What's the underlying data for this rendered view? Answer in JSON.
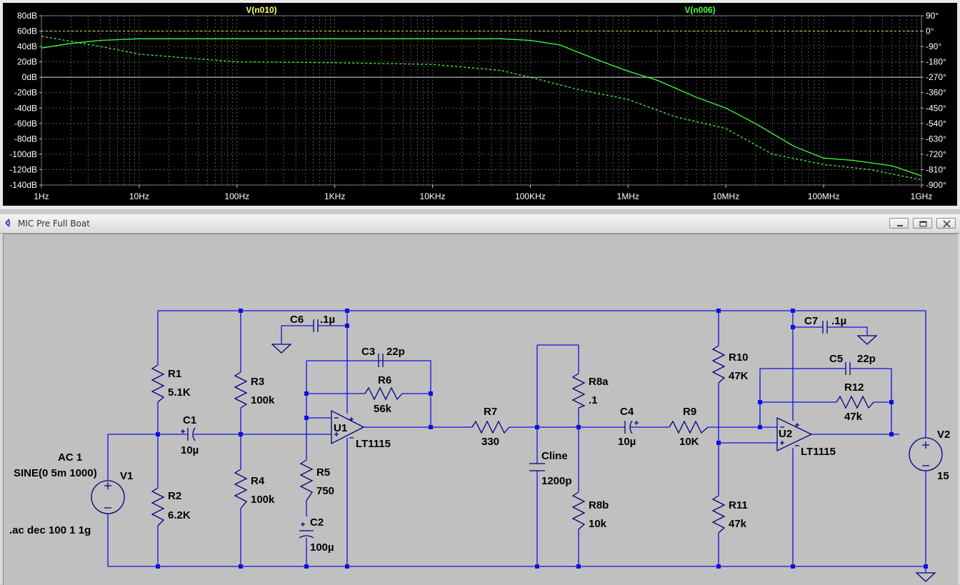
{
  "plot": {
    "trace1_label": "V(n010)",
    "trace2_label": "V(n006)",
    "trace1_color": "#ffff60",
    "trace2_color": "#40ff40",
    "background": "#000000",
    "left_ticks": [
      "80dB",
      "60dB",
      "40dB",
      "20dB",
      "0dB",
      "-20dB",
      "-40dB",
      "-60dB",
      "-80dB",
      "-100dB",
      "-120dB",
      "-140dB"
    ],
    "right_ticks": [
      "90°",
      "0°",
      "-90°",
      "-180°",
      "-270°",
      "-360°",
      "-450°",
      "-540°",
      "-630°",
      "-720°",
      "-810°",
      "-900°"
    ],
    "x_ticks": [
      "1Hz",
      "10Hz",
      "100Hz",
      "1KHz",
      "10KHz",
      "100KHz",
      "1MHz",
      "10MHz",
      "100MHz",
      "1GHz"
    ]
  },
  "chart_data": {
    "type": "line",
    "x_scale": "log",
    "xlim_hz": [
      1,
      1000000000
    ],
    "ylim_db": [
      -140,
      80
    ],
    "ylim_phase_deg": [
      -900,
      90
    ],
    "grid": true,
    "series": [
      {
        "name": "V(n006)",
        "axis": "magnitude",
        "style": "solid",
        "x": [
          1,
          2,
          4,
          10,
          100,
          1000,
          10000,
          50000,
          100000,
          200000,
          500000,
          1000000,
          2000000,
          5000000,
          10000000,
          20000000,
          50000000,
          100000000,
          200000000,
          500000000,
          1000000000
        ],
        "y": [
          38,
          44,
          48,
          50,
          50,
          50,
          50,
          50,
          48,
          42,
          22,
          8,
          -4,
          -26,
          -40,
          -60,
          -90,
          -105,
          -108,
          -115,
          -128
        ]
      },
      {
        "name": "V(n006)",
        "axis": "phase",
        "style": "dashed",
        "x": [
          1,
          2,
          5,
          10,
          100,
          1000,
          10000,
          50000,
          100000,
          300000,
          1000000,
          3000000,
          10000000,
          30000000,
          100000000,
          300000000,
          1000000000
        ],
        "y": [
          -30,
          -60,
          -100,
          -135,
          -180,
          -185,
          -195,
          -230,
          -270,
          -340,
          -400,
          -500,
          -570,
          -720,
          -780,
          -810,
          -870
        ]
      }
    ]
  },
  "window": {
    "title": "MIC Pre Full Boat"
  },
  "schematic": {
    "source_v1": {
      "name": "V1",
      "ac": "AC 1",
      "sine": "SINE(0 5m 1000)"
    },
    "directive": ".ac dec 100 1 1g",
    "source_v2": {
      "name": "V2",
      "value": "15"
    },
    "components": [
      {
        "name": "R1",
        "value": "5.1K"
      },
      {
        "name": "R2",
        "value": "6.2K"
      },
      {
        "name": "C1",
        "value": "10µ"
      },
      {
        "name": "R3",
        "value": "100k"
      },
      {
        "name": "R4",
        "value": "100k"
      },
      {
        "name": "C6",
        "value": ".1µ"
      },
      {
        "name": "R5",
        "value": "750"
      },
      {
        "name": "C2",
        "value": "100µ"
      },
      {
        "name": "U1",
        "value": "LT1115"
      },
      {
        "name": "C3",
        "value": "22p"
      },
      {
        "name": "R6",
        "value": "56k"
      },
      {
        "name": "R7",
        "value": "330"
      },
      {
        "name": "Cline",
        "value": "1200p"
      },
      {
        "name": "R8a",
        "value": ".1"
      },
      {
        "name": "R8b",
        "value": "10k"
      },
      {
        "name": "C4",
        "value": "10µ"
      },
      {
        "name": "R9",
        "value": "10K"
      },
      {
        "name": "R10",
        "value": "47K"
      },
      {
        "name": "R11",
        "value": "47k"
      },
      {
        "name": "U2",
        "value": "LT1115"
      },
      {
        "name": "C7",
        "value": ".1µ"
      },
      {
        "name": "C5",
        "value": "22p"
      },
      {
        "name": "R12",
        "value": "47k"
      }
    ]
  }
}
